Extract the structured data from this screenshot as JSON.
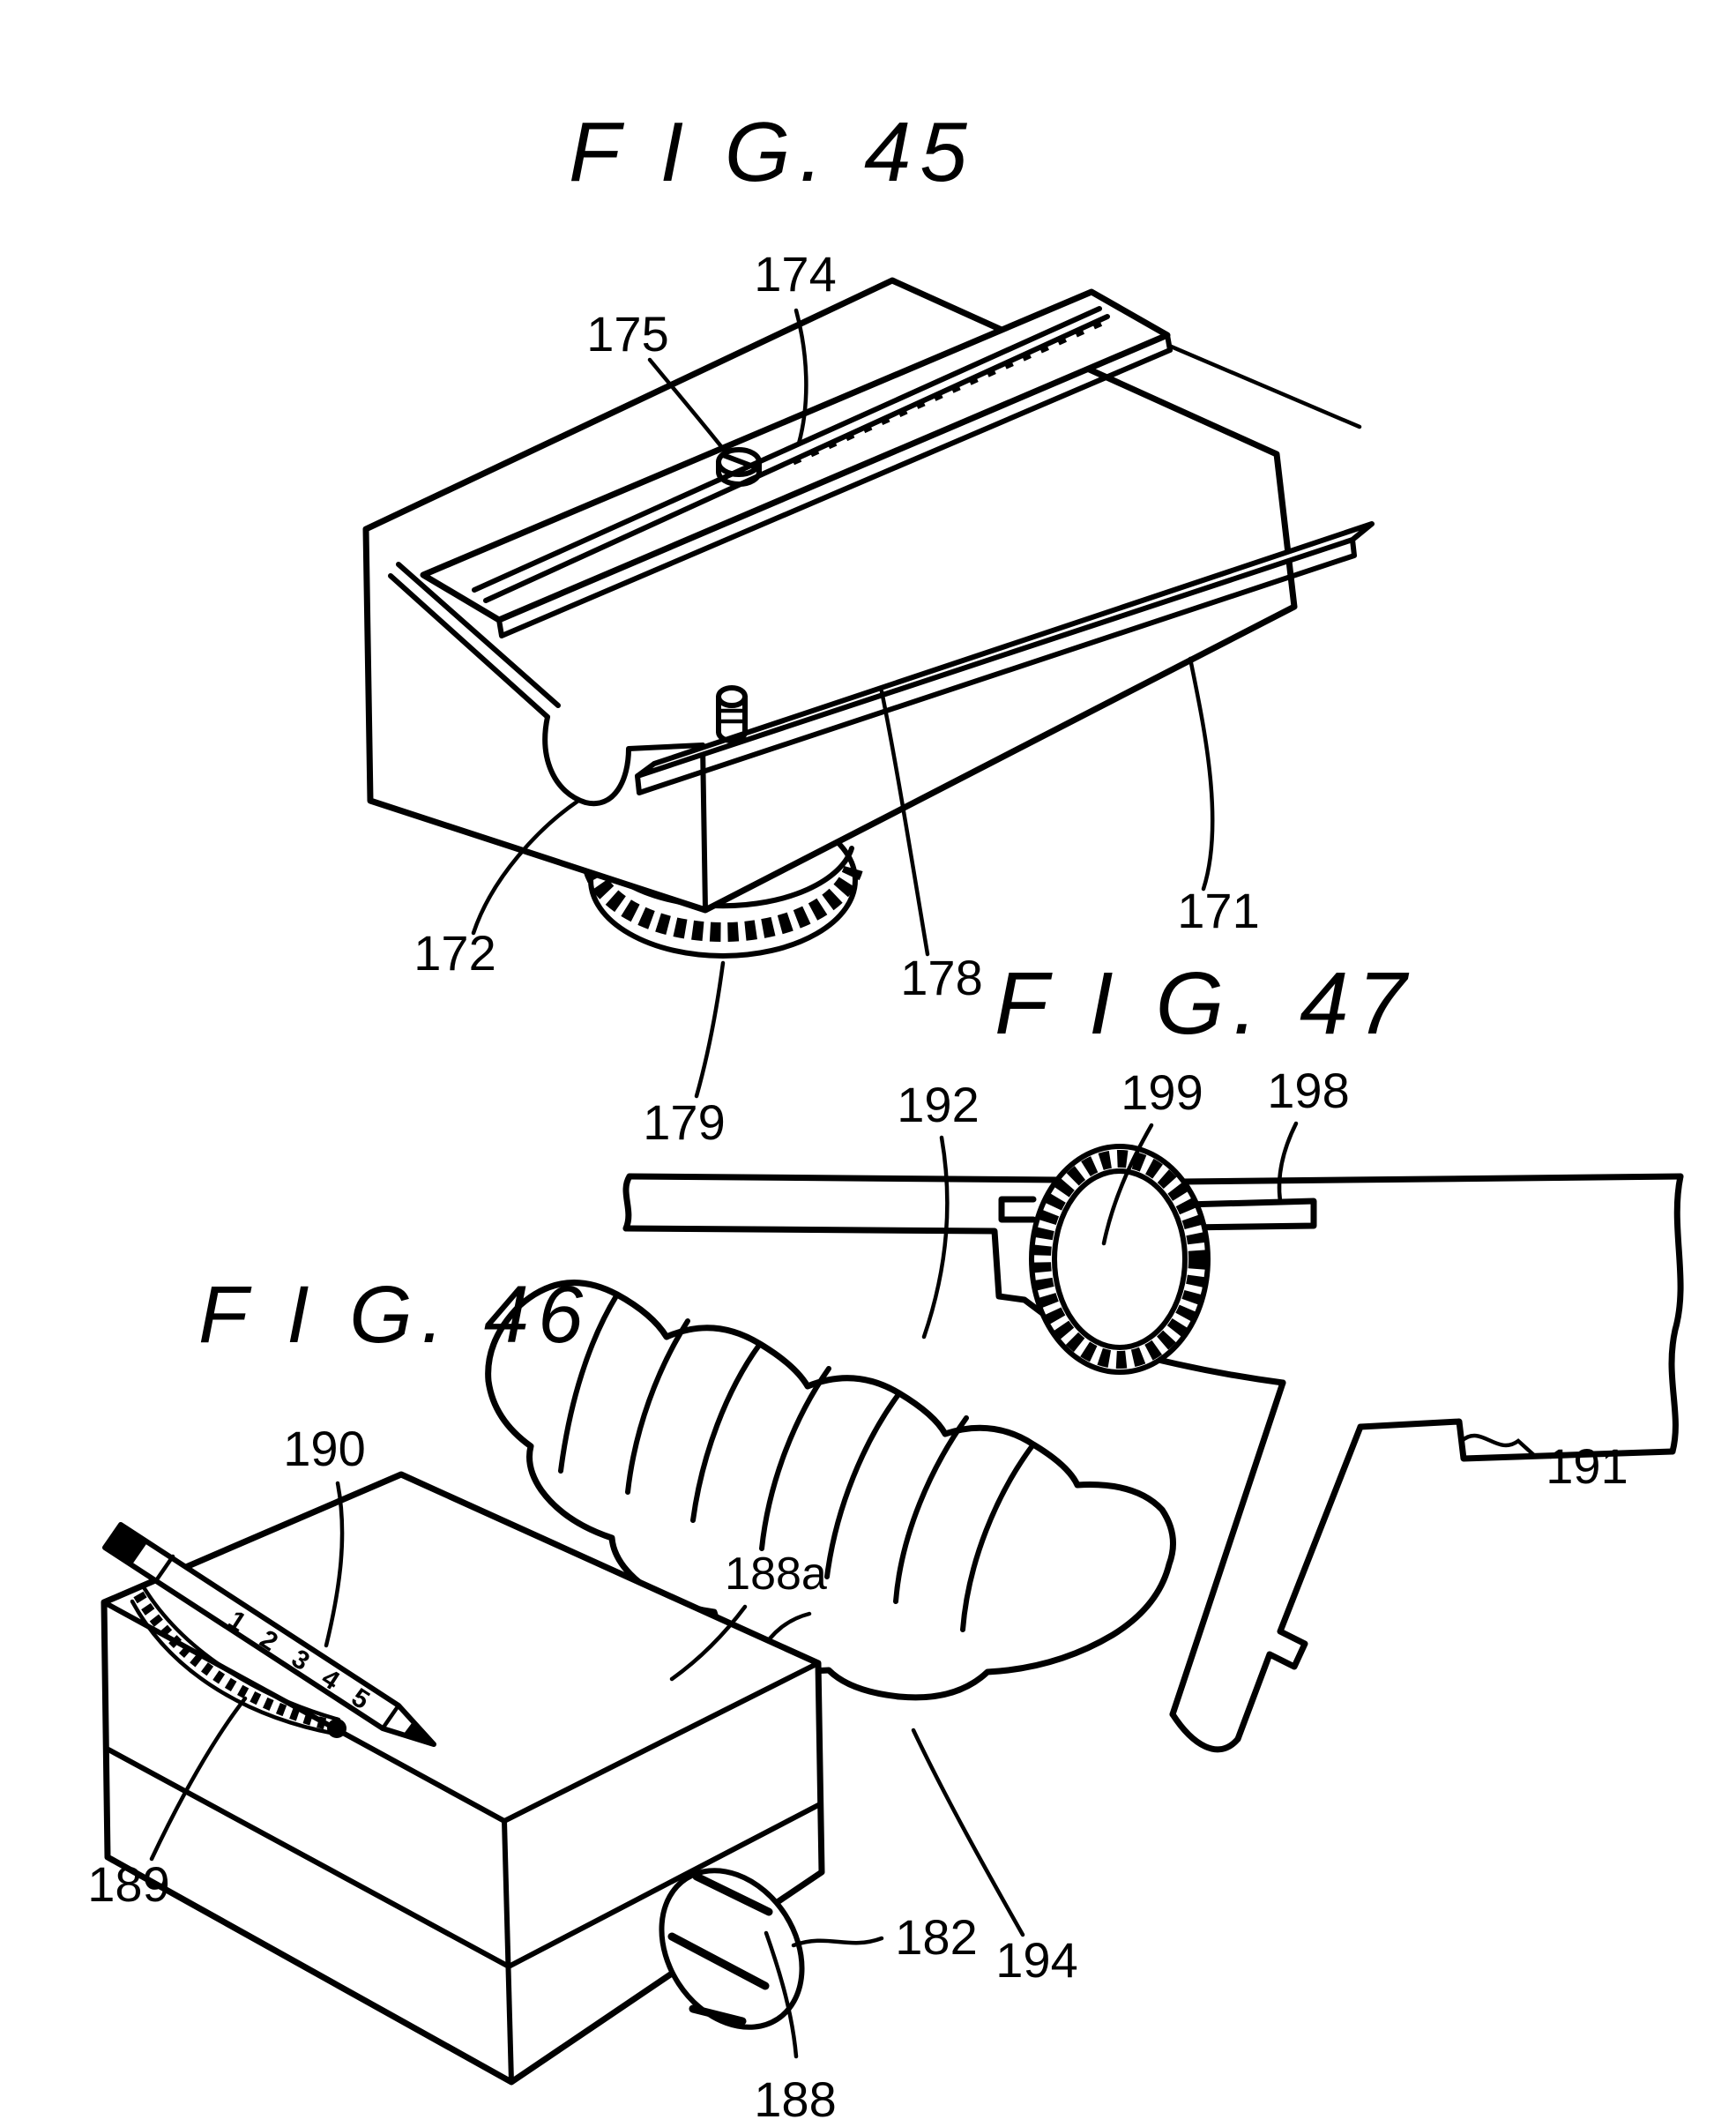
{
  "page": {
    "background": "#ffffff",
    "ink": "#000000",
    "type": "patent-drawing-sheet"
  },
  "figures": [
    {
      "id": "fig45",
      "title": "F I G. 45",
      "labels": [
        {
          "text": "174"
        },
        {
          "text": "175"
        },
        {
          "text": "171"
        },
        {
          "text": "178"
        },
        {
          "text": "172"
        },
        {
          "text": "179"
        }
      ]
    },
    {
      "id": "fig46",
      "title": "F I G. 46",
      "labels": [
        {
          "text": "190"
        },
        {
          "text": "188a"
        },
        {
          "text": "189"
        },
        {
          "text": "182"
        },
        {
          "text": "188"
        }
      ],
      "scale_marks": [
        "1",
        "2",
        "3",
        "4",
        "5"
      ]
    },
    {
      "id": "fig47",
      "title": "F I G. 47",
      "labels": [
        {
          "text": "192"
        },
        {
          "text": "199"
        },
        {
          "text": "198"
        },
        {
          "text": "191"
        },
        {
          "text": "194"
        }
      ]
    }
  ]
}
